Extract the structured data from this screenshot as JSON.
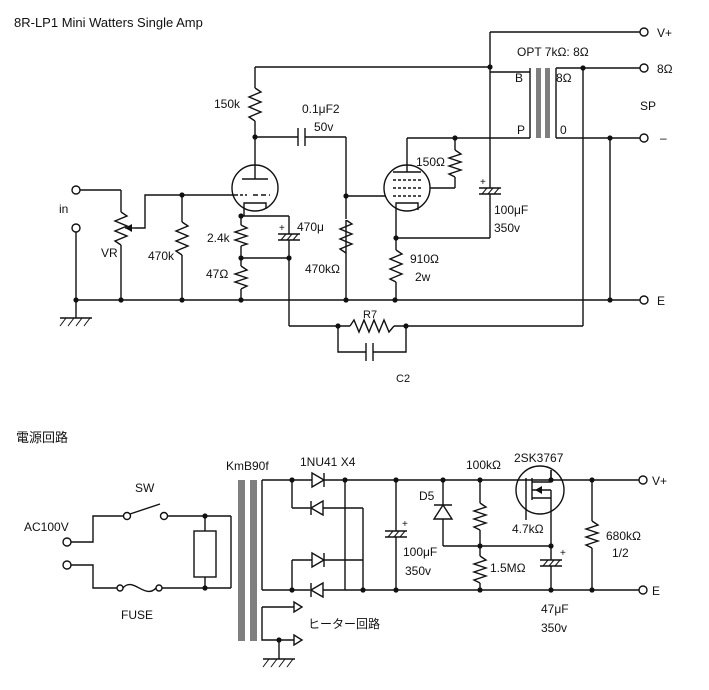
{
  "amp": {
    "title": "8R-LP1  Mini Watters Single Amp",
    "terminals": {
      "vplus": "V+",
      "out8": "8Ω",
      "sp": "SP",
      "dash": "–",
      "e": "E",
      "in": "in"
    },
    "opt": {
      "label": "OPT 7kΩ: 8Ω",
      "b": "B",
      "p": "P",
      "tap8": "8Ω",
      "zero": "0"
    },
    "r150k": "150k",
    "cap01": "0.1μF2",
    "cap01v": "50v",
    "r150": "150Ω",
    "cap100": "100μF",
    "cap100v": "350v",
    "r24k": "2.4k",
    "c470": "470μ",
    "r47": "47Ω",
    "r470k_grid": "470k",
    "r470k_2": "470kΩ",
    "vr": "VR",
    "r910": "910Ω",
    "r910w": "2w",
    "r7": "R7",
    "c2": "C2"
  },
  "psu": {
    "title": "電源回路",
    "ac": "AC100V",
    "sw": "SW",
    "fuse": "FUSE",
    "transformer": "KmB90f",
    "diodes": "1NU41 X4",
    "d5": "D5",
    "r100k": "100kΩ",
    "fet": "2SK3767",
    "r47k": "4.7kΩ",
    "r15m": "1.5MΩ",
    "c100": "100μF",
    "c100v": "350v",
    "c47": "47μF",
    "c47v": "350v",
    "r680k": "680kΩ",
    "r680kw": "1/2",
    "vplus": "V+",
    "e": "E",
    "heater": "ヒーター回路"
  }
}
